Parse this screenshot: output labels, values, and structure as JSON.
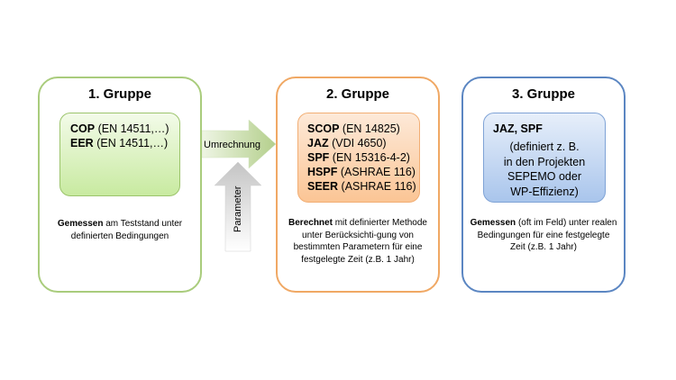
{
  "groups": [
    {
      "title": "1. Gruppe",
      "metrics": [
        {
          "abbr": "COP",
          "detail": "(EN 14511,…)"
        },
        {
          "abbr": "EER",
          "detail": "(EN 14511,…)"
        }
      ],
      "caption_bold": "Gemessen",
      "caption_rest": "am Teststand unter definierten Bedingungen"
    },
    {
      "title": "2. Gruppe",
      "metrics": [
        {
          "abbr": "SCOP",
          "detail": "(EN 14825)"
        },
        {
          "abbr": "JAZ",
          "detail": "(VDI 4650)"
        },
        {
          "abbr": "SPF",
          "detail": "(EN 15316-4-2)"
        },
        {
          "abbr": "HSPF",
          "detail": "(ASHRAE 116)"
        },
        {
          "abbr": "SEER",
          "detail": "(ASHRAE 116)"
        }
      ],
      "caption_bold": "Berechnet",
      "caption_rest": "mit definierter Methode unter Berücksichti-gung von bestimmten Parametern für eine festgelegte Zeit (z.B. 1 Jahr)"
    },
    {
      "title": "3. Gruppe",
      "metrics_title": "JAZ, SPF",
      "metrics_text": "(definiert z. B.\nin den Projekten\nSEPEMO oder\nWP-Effizienz)",
      "caption_bold": "Gemessen",
      "caption_rest": "(oft im Feld) unter realen Bedingungen für eine festgelegte Zeit (z.B. 1 Jahr)"
    }
  ],
  "arrows": {
    "umrechnung": "Umrechnung",
    "parameter": "Parameter"
  },
  "colors": {
    "group1_border": "#a9cc7c",
    "group2_border": "#f0a864",
    "group3_border": "#5b86c2"
  }
}
